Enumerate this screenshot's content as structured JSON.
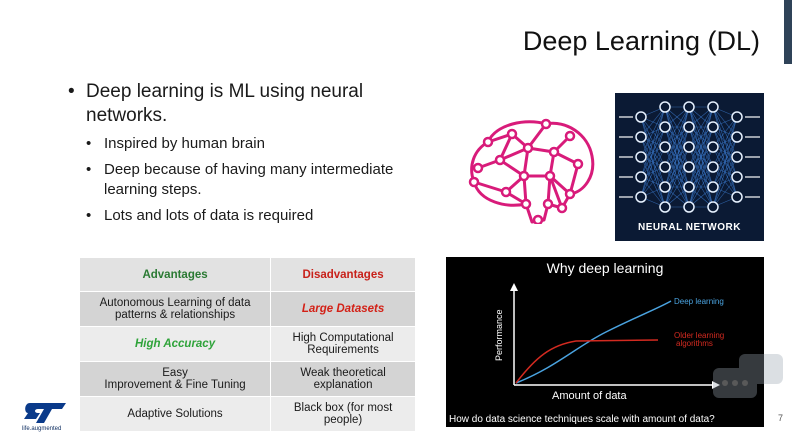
{
  "slide": {
    "title": "Deep Learning (DL)",
    "page_number": "7"
  },
  "bullets": {
    "main": "Deep learning is ML using neural networks.",
    "sub": [
      "Inspired by human brain",
      "Deep because of having many intermediate learning steps.",
      "Lots and lots  of data is required"
    ]
  },
  "table": {
    "header": {
      "advantages": "Advantages",
      "disadvantages": "Disadvantages"
    },
    "rows": [
      {
        "adv": "Autonomous Learning of data patterns & relationships",
        "dis": "Large Datasets"
      },
      {
        "adv": "High Accuracy",
        "dis": "High Computational Requirements"
      },
      {
        "adv_line1": "Easy",
        "adv_line2": "Improvement & Fine Tuning",
        "dis": "Weak theoretical explanation"
      },
      {
        "adv": "Adaptive Solutions",
        "dis": "Black box (for most people)"
      }
    ]
  },
  "images": {
    "brain_icon": "brain-network-icon",
    "neural_network_label": "NEURAL NETWORK"
  },
  "chart": {
    "title": "Why deep learning",
    "ylabel": "Performance",
    "xlabel": "Amount of data",
    "series_dl": "Deep learning",
    "series_old_1": "Older learning",
    "series_old_2": "algorithms",
    "caption": "How do data science techniques scale with amount of data?"
  },
  "logo": {
    "tagline": "life.augmented",
    "name": "ST"
  },
  "colors": {
    "brain": "#d81b7a",
    "dl_line": "#4aa3e0",
    "old_line": "#d32a20",
    "nn_bg": "#0b1a34"
  }
}
